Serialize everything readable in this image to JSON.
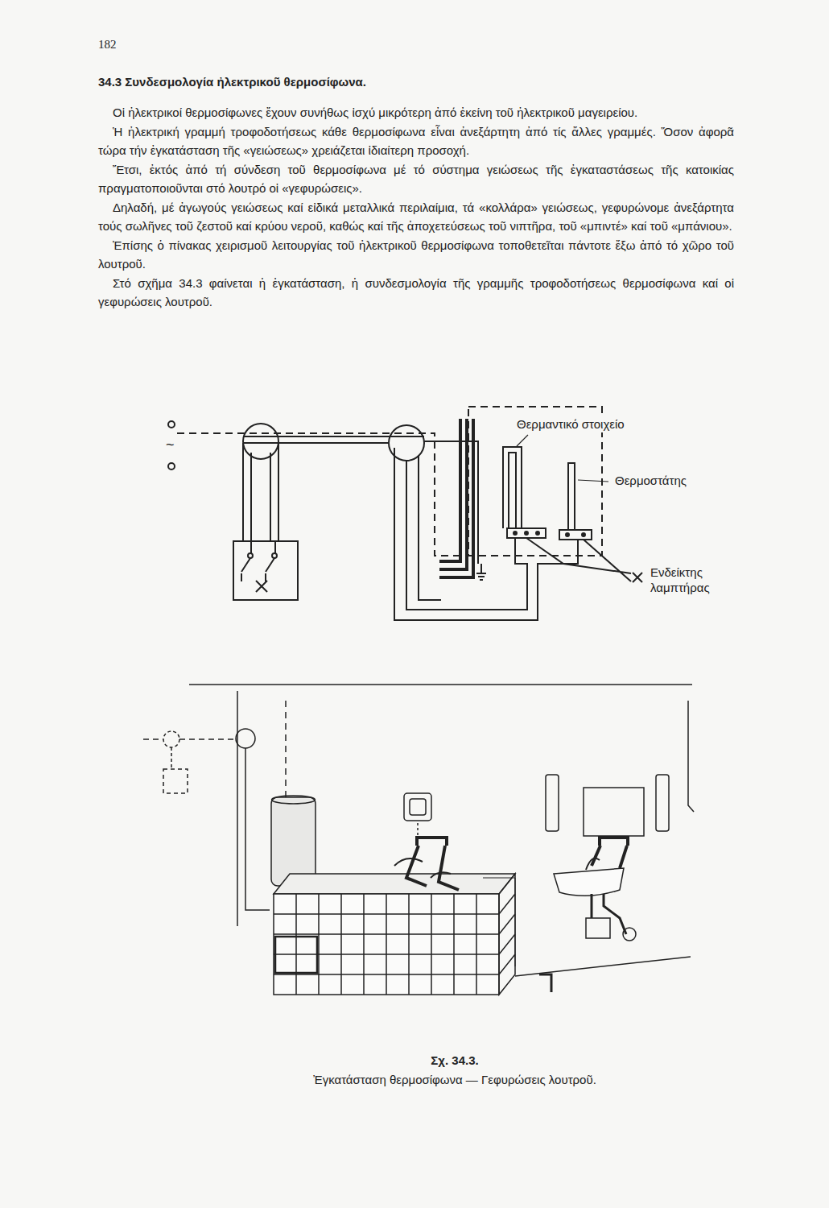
{
  "diagram": {
    "title": "34.3 Συνδεσμολογία ἠλεκτρικοῦ θερμοσίφωνα.",
    "caption": "Ἐγκατάσταση θερμοσίφωνα — Γεφυρώσεις λουτροῦ.",
    "labels": [
      "182",
      "Οἱ ἠλεκτρικοί θερμοσίφωνες ἔχουν συνήθως ἰσχύ μικρότερη ἀπό ἐκείνη τοῦ ἠλεκτρικοῦ μαγειρείου.",
      "Ἡ ἠλεκτρική γραμμή τροφοδοτήσεως κάθε θερμοσίφωνα εἶναι ἀνεξάρτητη ἀπό τίς ἄλλες γραμμές. Ὅσον ἀφορᾶ τώρα τήν ἐγκατάσταση τῆς «γειώσεως» χρειάζεται ἰδιαίτερη προσοχή.",
      "Ἔτσι, ἐκτός ἀπό τή σύνδεση τοῦ θερμοσίφωνα μέ τό σύστημα γειώσεως τῆς ἐγκαταστάσεως τῆς κατοικίας πραγματοποιοῦνται στό λουτρό οἱ «γεφυρώσεις».",
      "Δηλαδή, μέ ἀγωγούς γειώσεως καί εἰδικά μεταλλικά περιλαίμια, τά «κολλάρα» γειώσεως, γεφυρώνομε ἀνεξάρτητα τούς σωλῆνες τοῦ ζεστοῦ καί κρύου νεροῦ, καθώς καί τῆς ἀποχετεύσεως τοῦ νιπτῆρα, τοῦ «μπιντέ» καί τοῦ «μπάνιου».",
      "Ἐπίσης ὁ πίνακας χειρισμοῦ λειτουργίας τοῦ ἠλεκτρικοῦ θερμοσίφωνα τοποθετεῖται πάντοτε ἔξω ἀπό τό χῶρο τοῦ λουτροῦ.",
      "Στό σχῆμα 34.3 φαίνεται ἡ ἐγκατάσταση, ἡ συνδεσμολογία τῆς γραμμῆς τροφοδοτήσεως θερμοσίφωνα καί οἱ γεφυρώσεις λουτροῦ.",
      "~",
      "Θερμαντικό στοιχείο",
      "Θερμοστάτης",
      "Ενδείκτης λαμπτήρας",
      "Σχ. 34.3."
    ]
  }
}
